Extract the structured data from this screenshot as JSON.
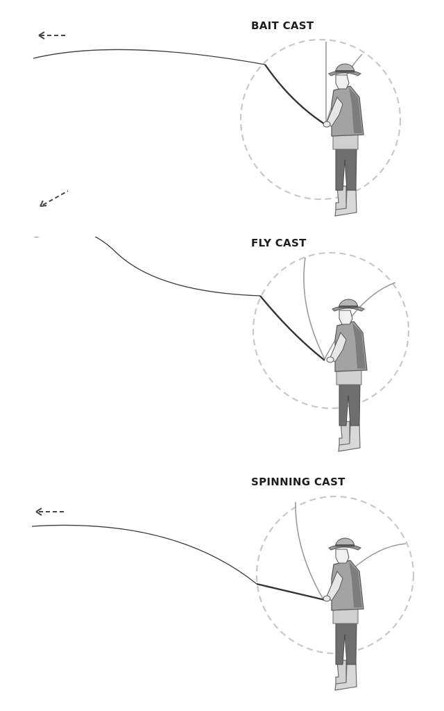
{
  "diagram": {
    "panels": [
      {
        "id": "bait",
        "title": "BAIT CAST"
      },
      {
        "id": "fly",
        "title": "FLY CAST"
      },
      {
        "id": "spinning",
        "title": "SPINNING CAST"
      }
    ],
    "colors": {
      "line": "#3a3a3a",
      "rod": "#333333",
      "rod_ghost": "#9a9a9a",
      "circle": "#c8c8c8",
      "arrow": "#444444",
      "figure_dark": "#6f6f6f",
      "figure_mid": "#9a9a9a",
      "figure_light": "#c9c9c9",
      "skin": "#f2f2f2"
    }
  }
}
